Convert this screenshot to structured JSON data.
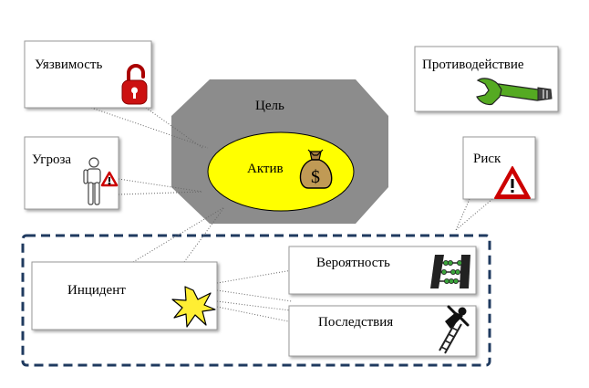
{
  "nodes": {
    "vulnerability": "Уязвимость",
    "countermeasure": "Противодействие",
    "target": "Цель",
    "asset": "Актив",
    "threat": "Угроза",
    "risk": "Риск",
    "incident": "Инцидент",
    "probability": "Вероятность",
    "consequences": "Последствия"
  },
  "icons": {
    "vulnerability": "open-padlock-icon",
    "countermeasure": "wrench-icon",
    "asset": "money-bag-icon",
    "threat": "person-warning-icon",
    "risk": "warning-triangle-icon",
    "incident": "explosion-icon",
    "probability": "abacus-icon",
    "consequences": "broken-ladder-icon"
  },
  "colors": {
    "octagon": "#8c8c8c",
    "asset_ellipse": "#ffff00",
    "dashed_frame": "#1f3a5f",
    "padlock": "#cc1111",
    "wrench": "#55aa22",
    "warning": "#cc0000"
  }
}
